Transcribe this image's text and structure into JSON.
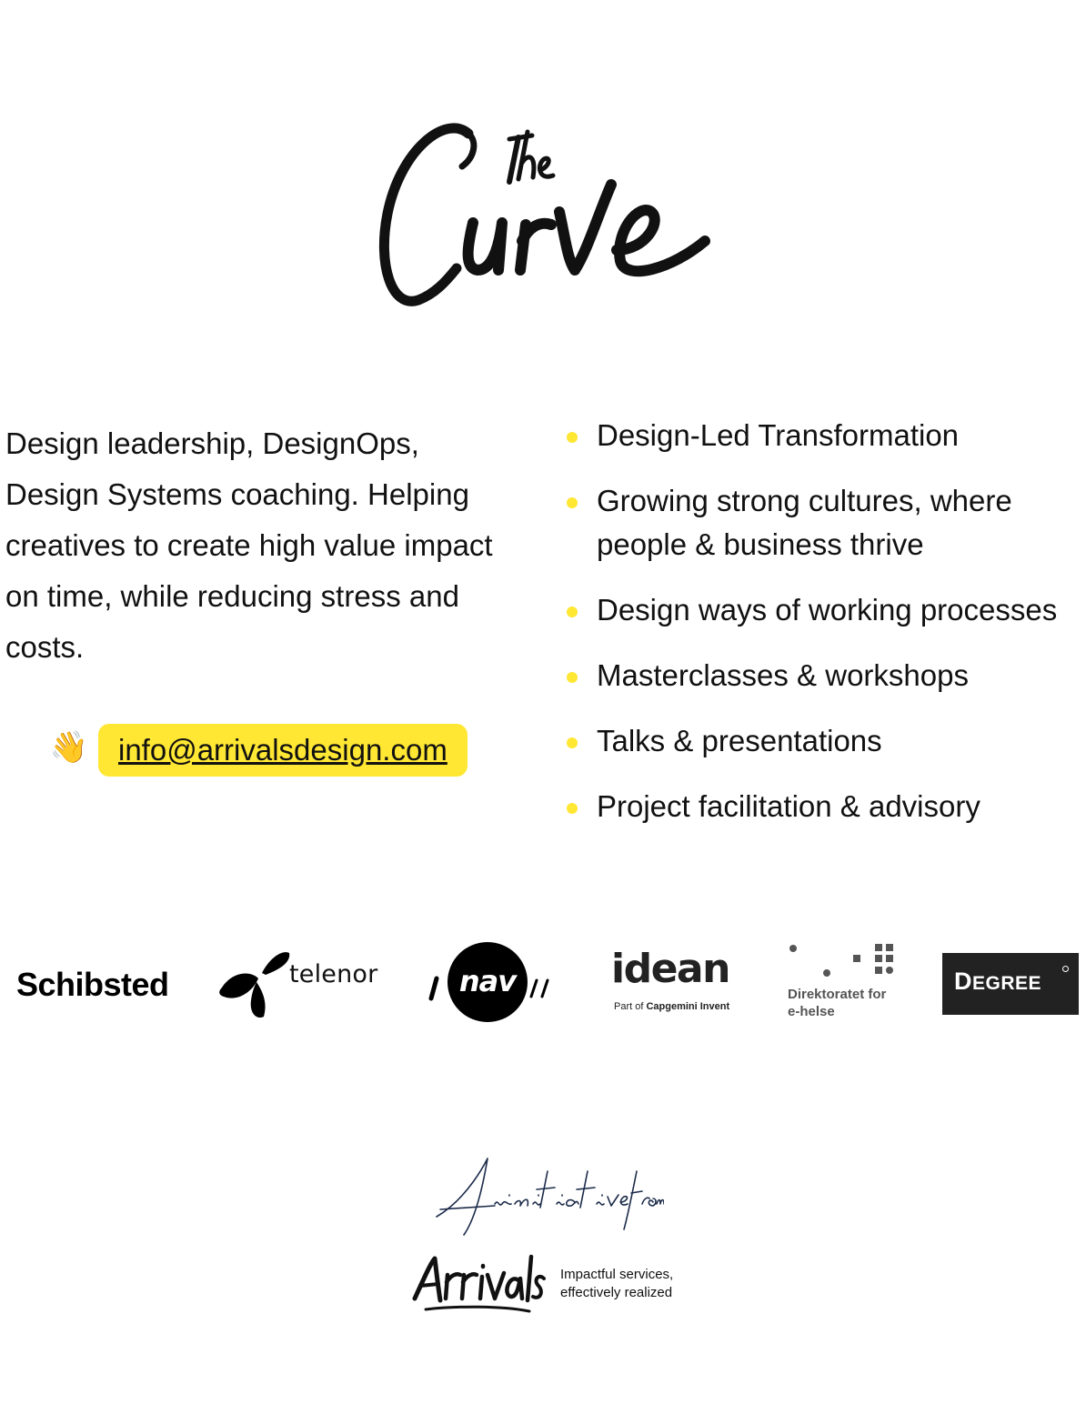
{
  "brand": {
    "logo_text": "The Curve"
  },
  "intro": {
    "text": "Design leadership, DesignOps, Design Systems coaching. Helping creatives to create high value impact on time, while reducing stress and costs."
  },
  "contact": {
    "wave_icon": "waving-hand-icon",
    "wave_glyph": "👋",
    "email": "info@arrivalsdesign.com"
  },
  "services": [
    "Design-Led Transformation",
    "Growing strong cultures, where people & business thrive",
    "Design ways of working processes",
    "Masterclasses & workshops",
    "Talks & presentations",
    "Project facilitation & advisory"
  ],
  "clients": {
    "schibsted": "Schibsted",
    "telenor": "telenor",
    "nav": "nav",
    "idean": "idean",
    "idean_sub_prefix": "Part of ",
    "idean_sub_brand": "Capgemini Invent",
    "helse_line1": "Direktoratet for",
    "helse_line2": "e-helse",
    "degree_first": "D",
    "degree_rest": "EGREE"
  },
  "footer": {
    "initiative_text": "A initiative from",
    "arrivals_logo": "Arrivals",
    "tagline_line1": "Impactful services,",
    "tagline_line2": "effectively realized"
  },
  "colors": {
    "accent": "#FFE733",
    "text": "#111111",
    "footer_ink": "#1C2B4A"
  }
}
